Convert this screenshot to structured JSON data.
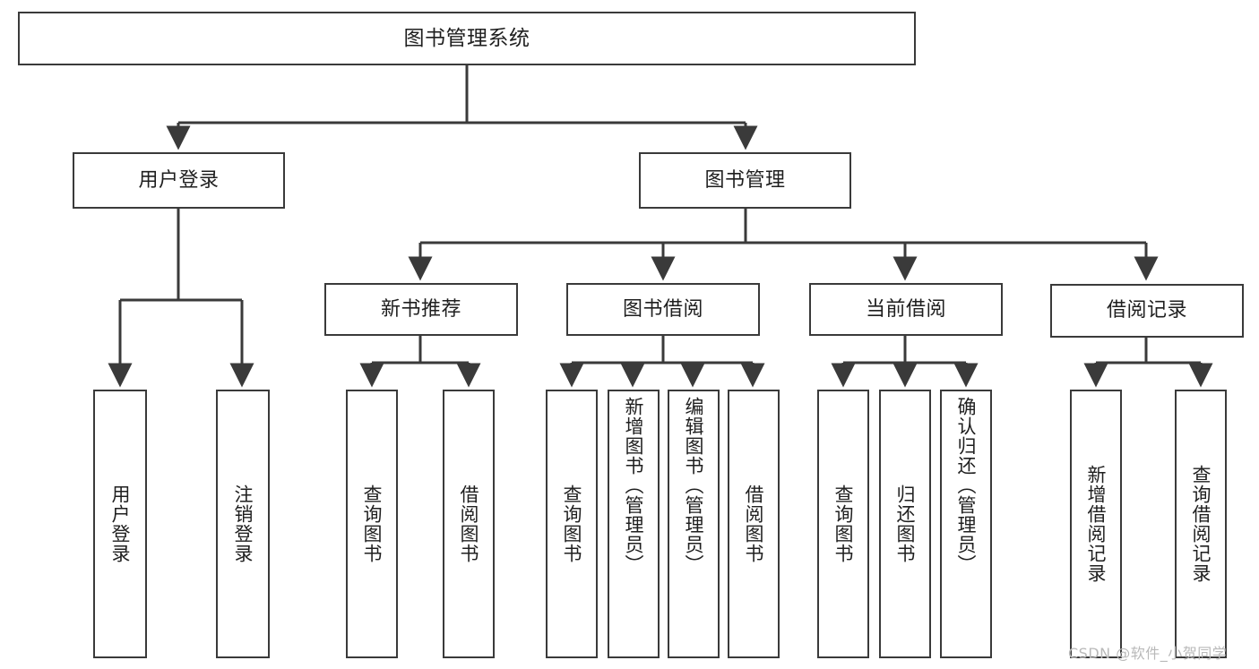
{
  "diagram": {
    "title": "图书管理系统",
    "type": "tree-hierarchy-flowchart",
    "line_color": "#3a3a3a",
    "box_fill": "#ffffff",
    "text_color": "#1f1f1f",
    "watermark": "CSDN @软件_小贺同学",
    "root": {
      "id": "root",
      "label": "图书管理系统"
    },
    "level2": [
      {
        "id": "user-login",
        "label": "用户登录"
      },
      {
        "id": "book-manage",
        "label": "图书管理"
      }
    ],
    "level3": [
      {
        "id": "new-book-rec",
        "label": "新书推荐"
      },
      {
        "id": "book-borrow",
        "label": "图书借阅"
      },
      {
        "id": "current-borrow",
        "label": "当前借阅"
      },
      {
        "id": "borrow-record",
        "label": "借阅记录"
      }
    ],
    "leaves": {
      "user_login": [
        {
          "id": "leaf-user-login",
          "label": "用户登录"
        },
        {
          "id": "leaf-logout",
          "label": "注销登录"
        }
      ],
      "new_book_rec": [
        {
          "id": "leaf-query-book-1",
          "label": "查询图书"
        },
        {
          "id": "leaf-borrow-book-1",
          "label": "借阅图书"
        }
      ],
      "book_borrow": [
        {
          "id": "leaf-query-book-2",
          "label": "查询图书"
        },
        {
          "id": "leaf-add-book",
          "label": "新增图书（管理员）"
        },
        {
          "id": "leaf-edit-book",
          "label": "编辑图书（管理员）"
        },
        {
          "id": "leaf-borrow-book-2",
          "label": "借阅图书"
        }
      ],
      "current_borrow": [
        {
          "id": "leaf-query-book-3",
          "label": "查询图书"
        },
        {
          "id": "leaf-return-book",
          "label": "归还图书"
        },
        {
          "id": "leaf-confirm-return",
          "label": "确认归还（管理员）"
        }
      ],
      "borrow_record": [
        {
          "id": "leaf-add-record",
          "label": "新增借阅记录"
        },
        {
          "id": "leaf-query-record",
          "label": "查询借阅记录"
        }
      ]
    }
  }
}
